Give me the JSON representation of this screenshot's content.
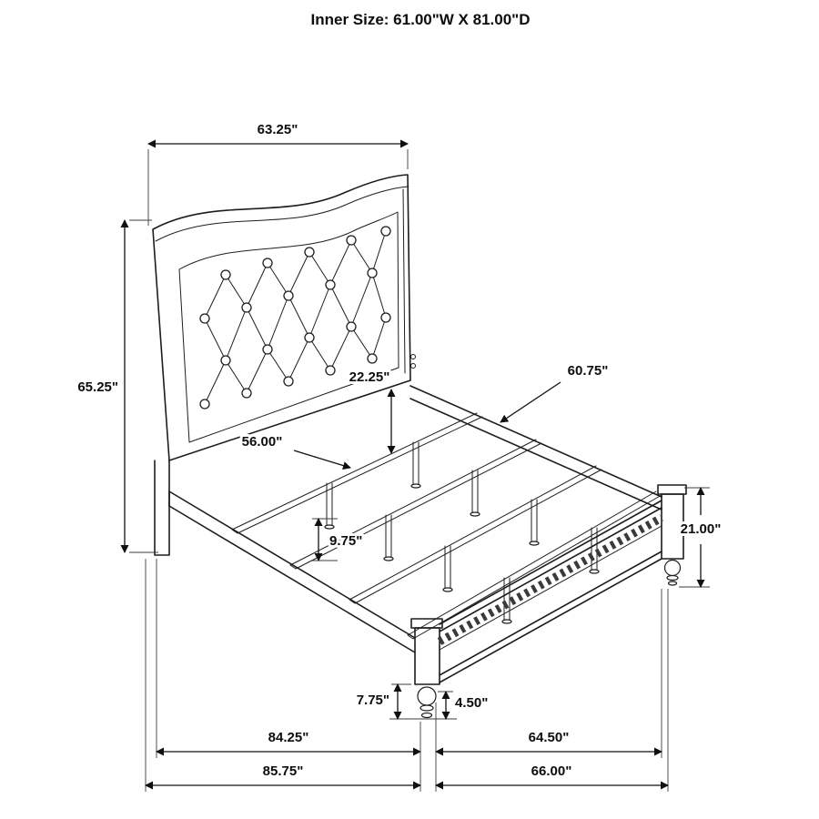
{
  "title": "Inner Size: 61.00\"W X 81.00\"D",
  "dims": {
    "headboard_width": "63.25\"",
    "headboard_height": "65.25\"",
    "headboard_to_slat": "22.25\"",
    "side_rail_length": "60.75\"",
    "slat_length": "56.00\"",
    "slat_leg_height": "9.75\"",
    "footboard_height": "21.00\"",
    "foot_height": "7.75\"",
    "finial_height": "4.50\"",
    "inner_depth": "84.25\"",
    "inner_width": "64.50\"",
    "overall_depth": "85.75\"",
    "overall_width": "66.00\""
  }
}
